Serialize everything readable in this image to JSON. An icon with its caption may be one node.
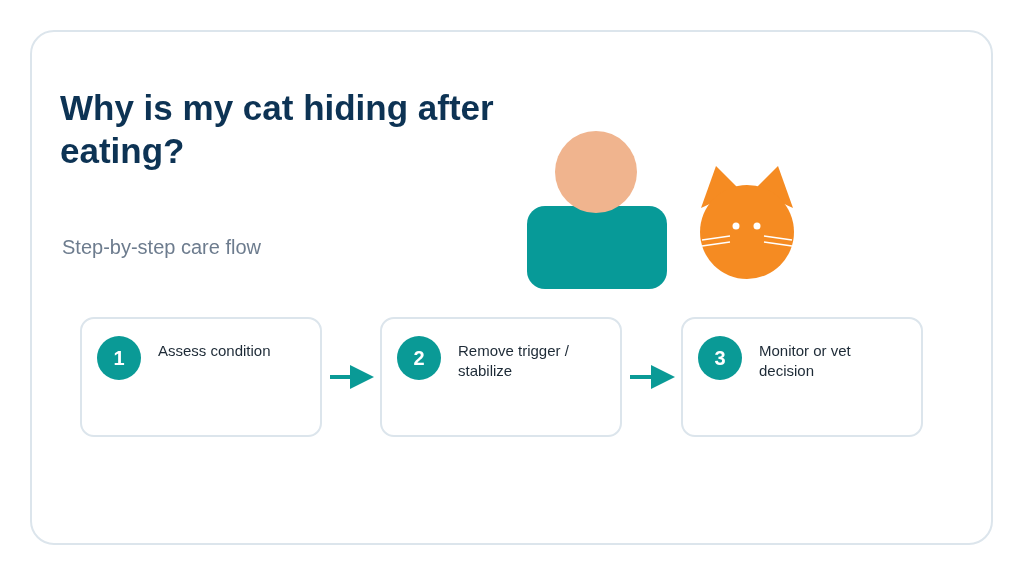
{
  "diagram": {
    "title": "Why is my cat hiding after eating?",
    "nodes": [
      {
        "text": [
          "1",
          "Assess condition"
        ]
      },
      {
        "text": [
          "2",
          "Remove trigger / stabilize"
        ]
      },
      {
        "text": [
          "3",
          "Monitor or vet decision"
        ]
      }
    ],
    "edges": [
      {
        "from": 0,
        "to": 1,
        "arrow": "to"
      },
      {
        "from": 1,
        "to": 2,
        "arrow": "to"
      }
    ],
    "labels": [
      "Step-by-step care flow"
    ]
  }
}
